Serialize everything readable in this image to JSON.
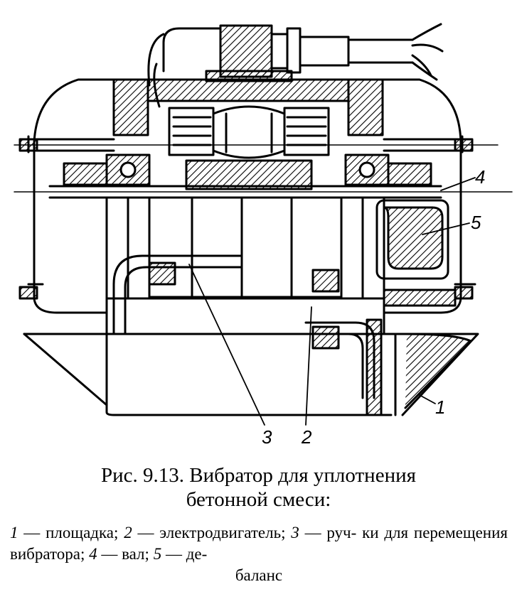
{
  "figure": {
    "labels": [
      {
        "id": "1",
        "text": "1"
      },
      {
        "id": "2",
        "text": "2"
      },
      {
        "id": "3",
        "text": "3"
      },
      {
        "id": "4",
        "text": "4"
      },
      {
        "id": "5",
        "text": "5"
      }
    ]
  },
  "caption": {
    "title_line1": "Рис. 9.13. Вибратор для уплотнения",
    "title_line2": "бетонной смеси:",
    "legend": [
      {
        "num": "1",
        "text": " — площадка; "
      },
      {
        "num": "2",
        "text": " — электродвигатель; "
      },
      {
        "num": "3",
        "text": " — руч-ки для перемещения вибратора; "
      },
      {
        "num": "4",
        "text": " — вал; "
      },
      {
        "num": "5",
        "text": " — де-баланс"
      }
    ],
    "legend_line1": " — площадка; ",
    "legend_line1b": " — электродвигатель; ",
    "legend_line1c": " — руч-",
    "legend_line2": "ки для перемещения вибратора; ",
    "legend_line2b": " — вал; ",
    "legend_line2c": " — де-",
    "legend_line3": "баланс"
  }
}
